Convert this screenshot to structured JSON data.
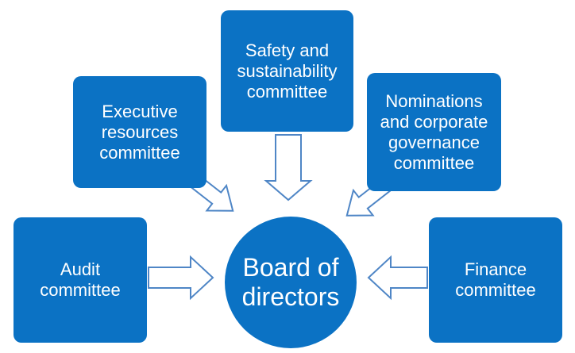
{
  "diagram": {
    "center": {
      "label": "Board of\ndirectors"
    },
    "committees": {
      "safety": "Safety and\nsustainability\ncommittee",
      "executive": "Executive\nresources\ncommittee",
      "nominations": "Nominations\nand corporate\ngovernance\ncommittee",
      "audit": "Audit\ncommittee",
      "finance": "Finance\ncommittee"
    },
    "colors": {
      "box_fill": "#0b72c4",
      "text": "#ffffff",
      "arrow_fill": "#ffffff",
      "arrow_stroke": "#4f86c6"
    }
  }
}
